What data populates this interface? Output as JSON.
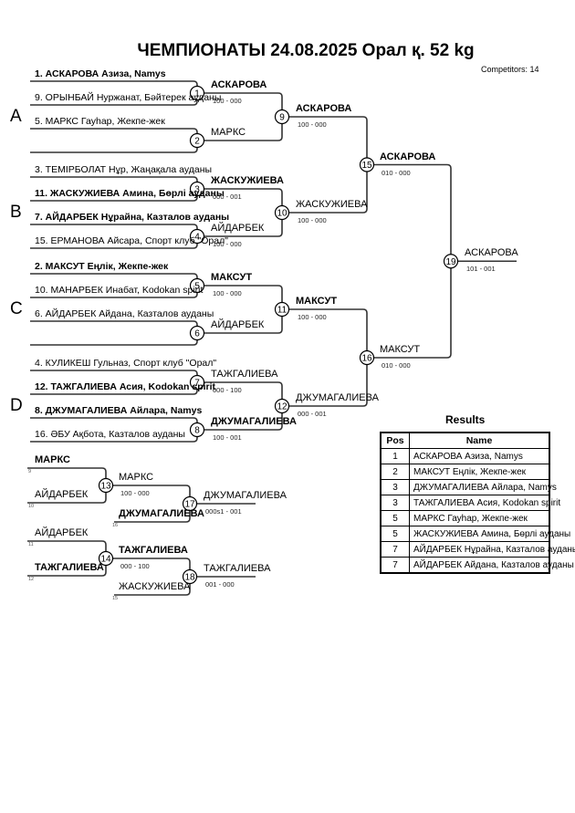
{
  "header": {
    "title": "ЧЕМПИОНАТЫ  24.08.2025  Орал қ.   52 kg",
    "competitors": "Competitors: 14"
  },
  "pools": [
    "A",
    "B",
    "C",
    "D"
  ],
  "entries": [
    {
      "text": "1. АСКАРОВА Азиза, Namys",
      "bold": true
    },
    {
      "text": "9. ОРЫНБАЙ Нуржанат, Бәйтерек ауданы",
      "bold": false
    },
    {
      "text": "5. МАРКС Гауһар, Жекпе-жек",
      "bold": false
    },
    {
      "text": "",
      "bold": false
    },
    {
      "text": "3. ТЕМІРБОЛАТ Нұр, Жаңақала ауданы",
      "bold": false
    },
    {
      "text": "11. ЖАСКУЖИЕВА Амина, Бөрлі ауданы",
      "bold": true
    },
    {
      "text": "7. АЙДАРБЕК Нұрайна, Казталов ауданы",
      "bold": true
    },
    {
      "text": "15. ЕРМАНОВА Айсара, Спорт клуб \"Орал\"",
      "bold": false
    },
    {
      "text": "2. МАКСУТ Еңлік, Жекпе-жек",
      "bold": true
    },
    {
      "text": "10. МАНАРБЕК Инабат, Kodokan spirit",
      "bold": false
    },
    {
      "text": "6. АЙДАРБЕК Айдана, Казталов ауданы",
      "bold": false
    },
    {
      "text": "",
      "bold": false
    },
    {
      "text": "4. КУЛИКЕШ Гульназ, Спорт клуб \"Орал\"",
      "bold": false
    },
    {
      "text": "12. ТАЖГАЛИЕВА Асия, Kodokan spirit",
      "bold": true
    },
    {
      "text": "8. ДЖУМАГАЛИЕВА Айлара, Namys",
      "bold": true
    },
    {
      "text": "16. ӘБУ Ақбота, Казталов ауданы",
      "bold": false
    }
  ],
  "matches": {
    "m1": {
      "num": "1",
      "winner": "АСКАРОВА",
      "score": "100 - 000",
      "bold": true
    },
    "m2": {
      "num": "2",
      "winner": "МАРКС",
      "score": "",
      "bold": false
    },
    "m3": {
      "num": "3",
      "winner": "ЖАСКУЖИЕВА",
      "score": "000 - 001",
      "bold": true
    },
    "m4": {
      "num": "4",
      "winner": "АЙДАРБЕК",
      "score": "100 - 000",
      "bold": false
    },
    "m5": {
      "num": "5",
      "winner": "МАКСУТ",
      "score": "100 - 000",
      "bold": true
    },
    "m6": {
      "num": "6",
      "winner": "АЙДАРБЕК",
      "score": "",
      "bold": false
    },
    "m7": {
      "num": "7",
      "winner": "ТАЖГАЛИЕВА",
      "score": "000 - 100",
      "bold": false
    },
    "m8": {
      "num": "8",
      "winner": "ДЖУМАГАЛИЕВА",
      "score": "100 - 001",
      "bold": true
    },
    "m9": {
      "num": "9",
      "winner": "АСКАРОВА",
      "score": "100 - 000",
      "bold": true
    },
    "m10": {
      "num": "10",
      "winner": "ЖАСКУЖИЕВА",
      "score": "100 - 000",
      "bold": false
    },
    "m11": {
      "num": "11",
      "winner": "МАКСУТ",
      "score": "100 - 000",
      "bold": true
    },
    "m12": {
      "num": "12",
      "winner": "ДЖУМАГАЛИЕВА",
      "score": "000 - 001",
      "bold": false
    },
    "m15": {
      "num": "15",
      "winner": "АСКАРОВА",
      "score": "010 - 000",
      "bold": true
    },
    "m16": {
      "num": "16",
      "winner": "МАКСУТ",
      "score": "010 - 000",
      "bold": false
    },
    "m19": {
      "num": "19",
      "winner": "АСКАРОВА",
      "score": "101 - 001",
      "bold": false
    },
    "m13": {
      "num": "13",
      "winner": "МАРКС",
      "score": "100 - 000",
      "bold": false
    },
    "m14": {
      "num": "14",
      "winner": "ТАЖГАЛИЕВА",
      "score": "000 - 100",
      "bold": true
    },
    "m17": {
      "num": "17",
      "winner": "ДЖУМАГАЛИЕВА",
      "score": "000s1 - 001",
      "bold": false
    },
    "m18": {
      "num": "18",
      "winner": "ТАЖГАЛИЕВА",
      "score": "001 - 000",
      "bold": false
    }
  },
  "repechage": {
    "r13a": {
      "name": "МАРКС",
      "idx": "9",
      "bold": true
    },
    "r13b": {
      "name": "АЙДАРБЕК",
      "idx": "10",
      "bold": false
    },
    "r17b": {
      "name": "ДЖУМАГАЛИЕВА",
      "idx": "16",
      "bold": true
    },
    "r14a": {
      "name": "АЙДАРБЕК",
      "idx": "11",
      "bold": false
    },
    "r14b": {
      "name": "ТАЖГАЛИЕВА",
      "idx": "12",
      "bold": true
    },
    "r18b": {
      "name": "ЖАСКУЖИЕВА",
      "idx": "15",
      "bold": false
    }
  },
  "results": {
    "title": "Results",
    "headers": {
      "pos": "Pos",
      "name": "Name"
    },
    "rows": [
      {
        "pos": "1",
        "name": "АСКАРОВА Азиза, Namys"
      },
      {
        "pos": "2",
        "name": "МАКСУТ Еңлік, Жекпе-жек"
      },
      {
        "pos": "3",
        "name": "ДЖУМАГАЛИЕВА Айлара, Namys"
      },
      {
        "pos": "3",
        "name": "ТАЖГАЛИЕВА Асия, Kodokan spirit"
      },
      {
        "pos": "5",
        "name": "МАРКС Гауһар, Жекпе-жек"
      },
      {
        "pos": "5",
        "name": "ЖАСКУЖИЕВА Амина, Бөрлі ауданы"
      },
      {
        "pos": "7",
        "name": "АЙДАРБЕК Нұрайна, Казталов ауданы"
      },
      {
        "pos": "7",
        "name": "АЙДАРБЕК Айдана, Казталов ауданы"
      }
    ]
  }
}
